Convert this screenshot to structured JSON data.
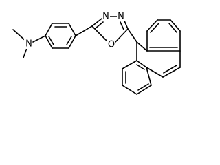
{
  "molecule": {
    "atoms": {
      "n_dimethylamino": "N",
      "n_oxadiazole_left": "N",
      "n_oxadiazole_right": "N",
      "o_oxadiazole": "O"
    }
  },
  "colors": {
    "bond": "#000000",
    "label": "#000000",
    "background": "#ffffff"
  }
}
